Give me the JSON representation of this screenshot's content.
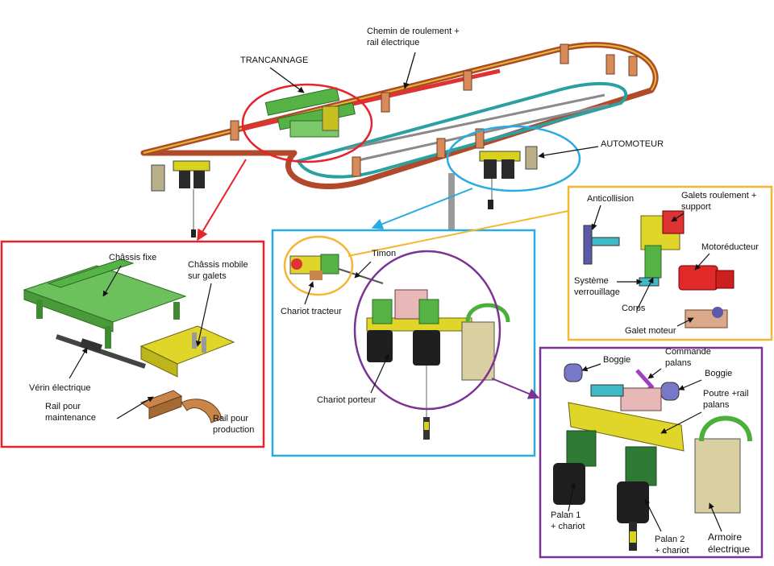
{
  "labels": {
    "chemin": "Chemin de roulement +\nrail électrique",
    "trancannage": "TRANCANNAGE",
    "automoteur": "AUTOMOTEUR",
    "chassis_fixe": "Châssis fixe",
    "chassis_mobile": "Châssis mobile\nsur galets",
    "verin": "Vérin électrique",
    "rail_maintenance": "Rail pour\nmaintenance",
    "rail_production": "Rail pour\nproduction",
    "timon": "Timon",
    "chariot_tracteur": "Chariot tracteur",
    "chariot_porteur": "Chariot porteur",
    "anticollision": "Anticollision",
    "galets_roulement": "Galets roulement +\nsupport",
    "motoreducteur": "Motoréducteur",
    "systeme_verrouillage": "Système\nverrouillage",
    "corps": "Corps",
    "galet_moteur": "Galet moteur",
    "boggie_left": "Boggie",
    "commande_palans": "Commande\npalans",
    "boggie_right": "Boggie",
    "poutre_rail": "Poutre +rail\npalans",
    "palan1": "Palan 1\n+ chariot",
    "palan2": "Palan 2\n+ chariot",
    "armoire": "Armoire\nélectrique"
  },
  "colors": {
    "red": "#e8222a",
    "cyan": "#29aae1",
    "orange": "#f5b731",
    "purple": "#7b3294",
    "green": "#4caf3c",
    "yellow": "#d9d21c",
    "rail": "#b04a2a",
    "steel": "#9a9a9a"
  }
}
